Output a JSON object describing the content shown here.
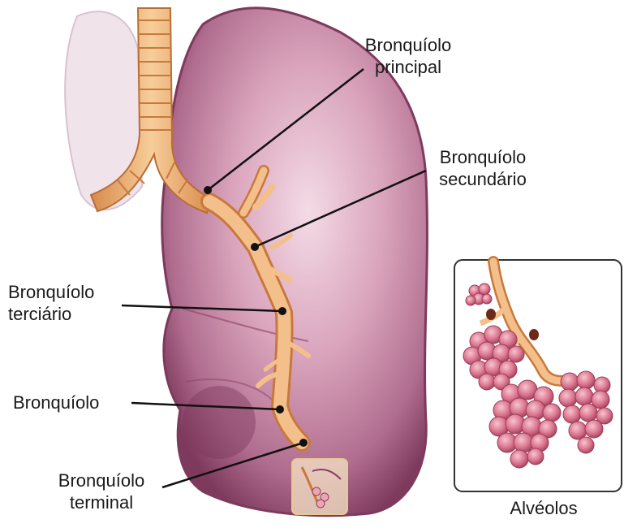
{
  "labels": {
    "primary": [
      "Bronquíolo",
      "principal"
    ],
    "secondary": [
      "Bronquíolo",
      "secundário"
    ],
    "tertiary": [
      "Bronquíolo",
      "terciário"
    ],
    "bronchiole": "Bronquíolo",
    "terminal": [
      "Bronquíolo",
      "terminal"
    ],
    "alveoli": "Alvéolos"
  },
  "colors": {
    "lung": "#c98aa6",
    "lung_dark": "#8a3f63",
    "bronchi": "#f0b57a",
    "bronchi_dark": "#c9783c",
    "alveoli": "#d9728c",
    "trachea": "#f3c08c",
    "leader_line": "#111111",
    "inset_border": "#333333"
  }
}
